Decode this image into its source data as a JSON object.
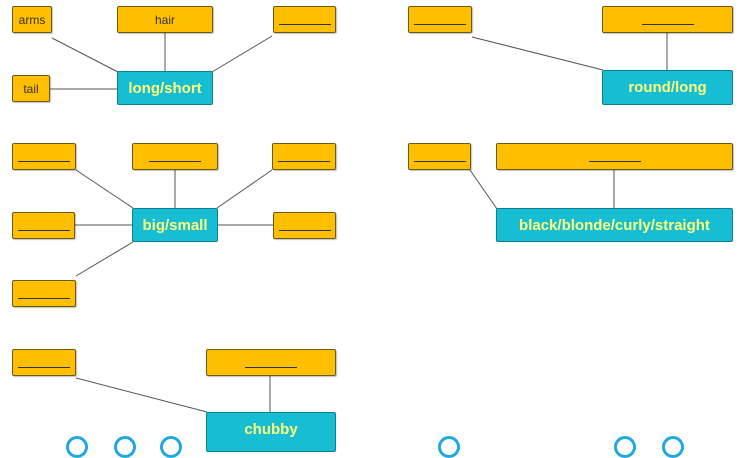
{
  "colors": {
    "word_box": "#fdbf00",
    "hub_box": "#16bdd3",
    "hub_text": "#ffff7a",
    "line": "#555555",
    "dot": "#21a8e0"
  },
  "maps": [
    {
      "hub": "long/short",
      "leaves": [
        "arms",
        "hair",
        "______",
        "tail"
      ]
    },
    {
      "hub": "round/long",
      "leaves": [
        "______",
        "______"
      ]
    },
    {
      "hub": "big/small",
      "leaves": [
        "______",
        "______",
        "______",
        "______",
        "______",
        "______"
      ]
    },
    {
      "hub": "black/blonde/curly/straight",
      "leaves": [
        "______",
        "______"
      ]
    },
    {
      "hub": "chubby",
      "leaves": [
        "______",
        "______"
      ]
    }
  ]
}
